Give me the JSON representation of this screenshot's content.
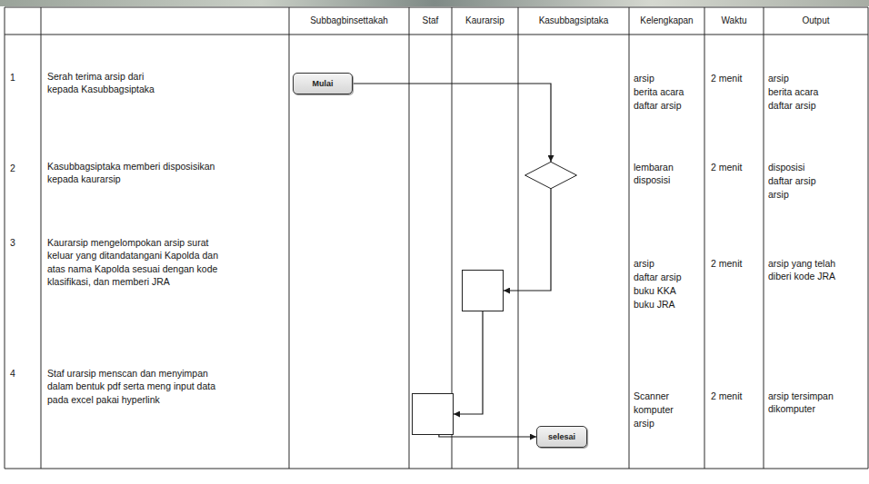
{
  "diagram": {
    "nodes": [
      {
        "text": [
          "Mulai"
        ]
      },
      {
        "text": []
      },
      {
        "text": []
      },
      {
        "text": []
      },
      {
        "text": [
          "selesai"
        ]
      }
    ],
    "edges": [
      {
        "from": 0,
        "to": 1,
        "arrow": "to"
      },
      {
        "from": 1,
        "to": 2,
        "arrow": "to"
      },
      {
        "from": 2,
        "to": 3,
        "arrow": "to"
      },
      {
        "from": 3,
        "to": 4,
        "arrow": "to"
      }
    ],
    "labels": [
      "Subbagbinsettakah",
      "Staf",
      "Kaurarsip",
      "Kasubbagsiptaka",
      "Kelengkapan",
      "Waktu",
      "Output",
      "1",
      "Serah terima arsip dari kepada Kasubbagsiptaka",
      "arsip",
      "berita acara",
      "daftar arsip",
      "2 menit",
      "arsip",
      "berita acara",
      "daftar arsip",
      "2",
      "Kasubbagsiptaka memberi disposisikan kepada kaurarsip",
      "lembaran disposisi",
      "2 menit",
      "disposisi",
      "daftar arsip",
      "arsip",
      "3",
      "Kaurarsip mengelompokan arsip surat keluar yang ditandatangani Kapolda dan atas nama Kapolda sesuai dengan kode klasifikasi, dan memberi JRA",
      "arsip",
      "daftar arsip",
      "buku KKA",
      "buku JRA",
      "2 menit",
      "arsip yang telah diberi kode JRA",
      "4",
      "Staf urarsip menscan dan menyimpan dalam bentuk pdf serta meng input data pada excel pakai hyperlink",
      "Scanner",
      "komputer",
      "arsip",
      "2 menit",
      "arsip tersimpan dikomputer"
    ]
  }
}
